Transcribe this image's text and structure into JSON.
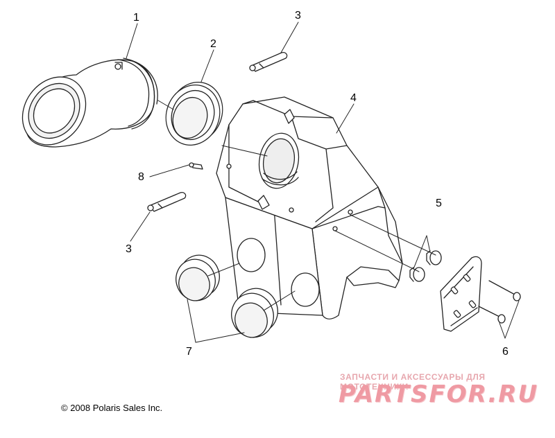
{
  "callouts": {
    "c1": "1",
    "c2": "2",
    "c3_top": "3",
    "c4": "4",
    "c5": "5",
    "c6": "6",
    "c7": "7",
    "c8": "8",
    "c3_bottom": "3"
  },
  "copyright": "© 2008 Polaris Sales Inc.",
  "watermark": {
    "tagline": "ЗАПЧАСТИ И АКСЕССУАРЫ ДЛЯ МОТОТЕХНИКИ",
    "logo": "PARTSFOR.RU"
  },
  "colors": {
    "line": "#222222",
    "fill": "#ffffff",
    "shade": "#d8d8d8",
    "watermark": "#ef9aa3"
  }
}
